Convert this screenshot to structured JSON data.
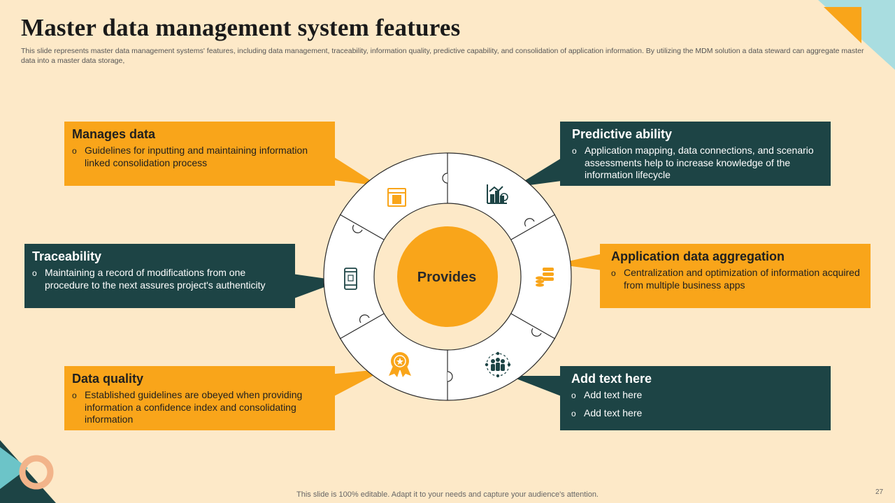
{
  "title": "Master data management system features",
  "subtitle": "This slide represents master data management systems' features, including data management, traceability, information quality, predictive capability, and consolidation of application information. By utilizing the MDM  solution a data steward can aggregate master data into a master data storage,",
  "center_label": "Provides",
  "colors": {
    "orange": "#f9a51a",
    "teal": "#1d4445",
    "background": "#fde9c8",
    "light_blue": "#a9dde0"
  },
  "features": {
    "manages_data": {
      "title": "Manages data",
      "bullets": [
        "Guidelines for inputting and maintaining information linked consolidation process"
      ],
      "icon": "web-page-icon"
    },
    "predictive_ability": {
      "title": "Predictive ability",
      "bullets": [
        "Application mapping, data connections, and scenario assessments help to increase knowledge of the information lifecycle"
      ],
      "icon": "chart-analysis-icon"
    },
    "traceability": {
      "title": "Traceability",
      "bullets": [
        "Maintaining  a record of modifications from one procedure to the next assures project's authenticity"
      ],
      "icon": "mobile-phone-icon"
    },
    "application_data_aggregation": {
      "title": "Application data aggregation",
      "bullets": [
        "Centralization and optimization of information acquired from multiple business apps"
      ],
      "icon": "database-coins-icon"
    },
    "data_quality": {
      "title": "Data quality",
      "bullets": [
        "Established guidelines are obeyed when providing information a confidence index and consolidating information"
      ],
      "icon": "award-badge-icon"
    },
    "add_text": {
      "title": "Add text here",
      "bullets": [
        "Add text here",
        "Add text here"
      ],
      "icon": "team-network-icon"
    }
  },
  "footer": "This slide is 100% editable. Adapt it to your needs and capture your audience's attention.",
  "page_number": "27"
}
